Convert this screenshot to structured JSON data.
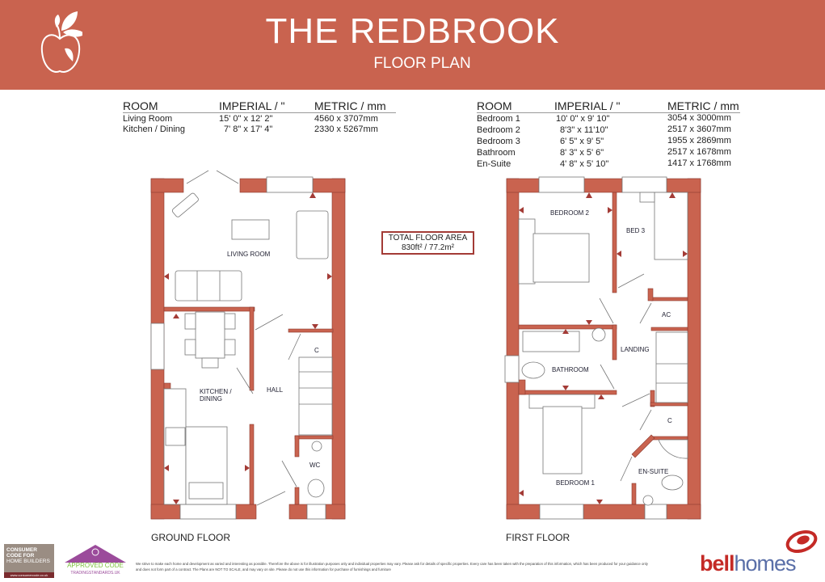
{
  "header": {
    "title": "THE REDBROOK",
    "subtitle": "FLOOR PLAN",
    "logo": "apple-logo",
    "color": "#c9634f"
  },
  "ground_table": {
    "headers": [
      "ROOM",
      "IMPERIAL / \"",
      "METRIC / mm"
    ],
    "rows": [
      {
        "room": "Living Room",
        "imperial": "15' 0\" x 12' 2\"",
        "metric": "4560 x 3707mm"
      },
      {
        "room": "Kitchen / Dining",
        "imperial": "7' 8\" x 17' 4\"",
        "metric": "2330  x 5267mm"
      }
    ]
  },
  "first_table": {
    "headers": [
      "ROOM",
      "IMPERIAL / \"",
      "METRIC / mm"
    ],
    "rows": [
      {
        "room": "Bedroom 1",
        "imperial": "10' 0\" x   9' 10\"",
        "metric": "3054 x 3000mm"
      },
      {
        "room": "Bedroom 2",
        "imperial": "8'3\"  x 11'10\"",
        "metric": "2517 x 3607mm"
      },
      {
        "room": "Bedroom 3",
        "imperial": "6' 5\" x   9' 5\"",
        "metric": "1955 x 2869mm"
      },
      {
        "room": "Bathroom",
        "imperial": "8' 3\" x   5' 6\"",
        "metric": "2517 x 1678mm"
      },
      {
        "room": "En-Suite",
        "imperial": "4' 8\" x   5' 10\"",
        "metric": "1417 x 1768mm"
      }
    ]
  },
  "total_area": {
    "label": "TOTAL FLOOR AREA",
    "value": "830ft² / 77.2m²"
  },
  "ground_floor": {
    "label": "GROUND FLOOR",
    "rooms": {
      "living": "LIVING ROOM",
      "kitchen1": "KITCHEN  /",
      "kitchen2": "DINING",
      "hall": "HALL",
      "cupboard": "C",
      "wc": "WC"
    }
  },
  "first_floor": {
    "label": "FIRST FLOOR",
    "rooms": {
      "bed2": "BEDROOM 2",
      "bed3": "BED 3",
      "ac": "AC",
      "landing": "LANDING",
      "bathroom": "BATHROOM",
      "cupboard": "C",
      "ensuite": "EN-SUITE",
      "bed1": "BEDROOM 1"
    }
  },
  "wall_color": "#c9634f",
  "footer": {
    "consumer_code": {
      "line1": "CONSUMER",
      "line2": "CODE FOR",
      "line3": "HOME BUILDERS",
      "url": "www.consumercode.co.uk"
    },
    "approved_code": {
      "line1": "APPROVED CODE",
      "line2": "TRADINGSTANDARDS.UK",
      "badge": "tsi"
    },
    "disclaimer1": "We strive to make each home and development as varied and interesting as possible. Therefore the above is for illustration purposes only and individual properties may vary. Please ask for details of specific properties. Every care has been taken with the preparation of this information, which has been produced for your guidance only",
    "disclaimer2": "and does not form part of a contract. The Plans are NOT TO SCALE, and may vary on site. Please do not use this information for purchase of furnishings and furniture",
    "brand_bold": "bell",
    "brand_light": "homes"
  }
}
